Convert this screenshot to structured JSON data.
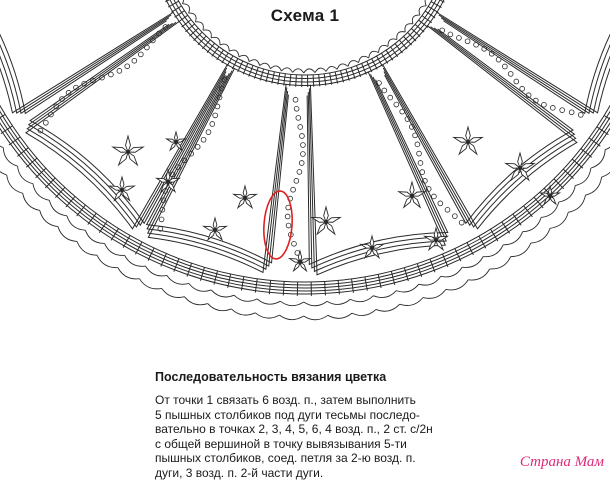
{
  "scheme": {
    "title": "Схема 1",
    "highlight_color": "#e02020",
    "line_color": "#2a2a2a"
  },
  "instructions": {
    "heading": "Последовательность вязания цветка",
    "lines": [
      "От точки 1 связать 6 возд. п., затем выполнить",
      "5 пышных столбиков под дуги тесьмы последо-",
      "вательно в точках 2, 3, 4, 5, 6, 4 возд. п., 2 ст. с/2н",
      "с общей вершиной в точку вывязывания 5-ти",
      "пышных столбиков, соед. петля за 2-ю возд. п.",
      "дуги, 3  возд. п. 2-й части дуги."
    ]
  },
  "watermark": {
    "text": "Страна Мам",
    "color": "#e02a79"
  }
}
